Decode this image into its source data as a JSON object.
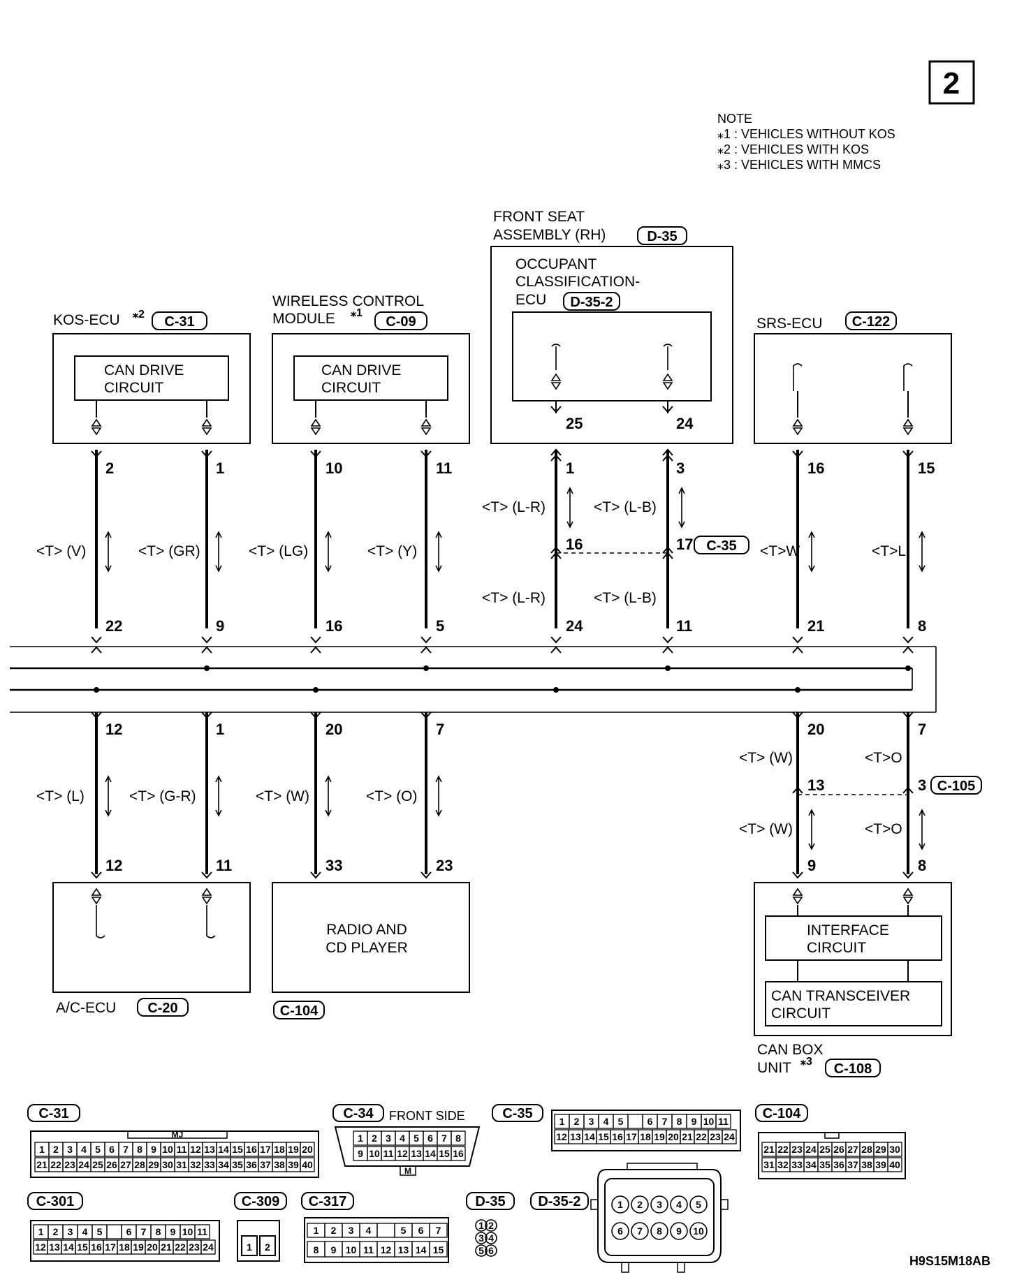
{
  "page_number": "2",
  "diagram_code": "H9S15M18AB",
  "note": {
    "title": "NOTE",
    "lines": [
      "⁎1 : VEHICLES WITHOUT KOS",
      "⁎2 : VEHICLES WITH KOS",
      "⁎3 : VEHICLES WITH MMCS"
    ]
  },
  "components": {
    "kos_ecu": {
      "name": "KOS-ECU",
      "mark": "⁎2",
      "connector": "C-31",
      "circuit_line1": "CAN DRIVE",
      "circuit_line2": "CIRCUIT"
    },
    "wcm": {
      "name_line1": "WIRELESS CONTROL",
      "name_line2": "MODULE",
      "mark": "⁎1",
      "connector": "C-09",
      "circuit_line1": "CAN DRIVE",
      "circuit_line2": "CIRCUIT"
    },
    "front_seat": {
      "name_line1": "FRONT SEAT",
      "name_line2": "ASSEMBLY (RH)",
      "connector": "D-35",
      "ecu_line1": "OCCUPANT",
      "ecu_line2": "CLASSIFICATION-",
      "ecu_line3": "ECU",
      "ecu_connector": "D-35-2"
    },
    "srs_ecu": {
      "name": "SRS-ECU",
      "connector": "C-122"
    },
    "ac_ecu": {
      "name": "A/C-ECU",
      "connector": "C-20"
    },
    "radio": {
      "name_line1": "RADIO AND",
      "name_line2": "CD PLAYER",
      "connector": "C-104"
    },
    "can_box": {
      "name_line1": "CAN BOX",
      "name_line2": "UNIT",
      "mark": "⁎3",
      "connector": "C-108",
      "interface_line1": "INTERFACE",
      "interface_line2": "CIRCUIT",
      "transceiver_line1": "CAN TRANSCEIVER",
      "transceiver_line2": "CIRCUIT"
    }
  },
  "pins": {
    "kos_top": [
      "2",
      "1"
    ],
    "kos_bus": [
      "22",
      "9"
    ],
    "wcm_top": [
      "10",
      "11"
    ],
    "wcm_bus": [
      "16",
      "5"
    ],
    "seat_ecu": [
      "25",
      "24"
    ],
    "seat_top": [
      "1",
      "3"
    ],
    "seat_mid": [
      "16",
      "17"
    ],
    "seat_bus": [
      "24",
      "11"
    ],
    "srs_top": [
      "16",
      "15"
    ],
    "srs_bus": [
      "21",
      "8"
    ],
    "ac_bus": [
      "12",
      "1"
    ],
    "ac_bottom": [
      "12",
      "11"
    ],
    "radio_bus": [
      "20",
      "7"
    ],
    "radio_bottom": [
      "33",
      "23"
    ],
    "canbox_bus": [
      "20",
      "7"
    ],
    "canbox_mid": [
      "13",
      "3"
    ],
    "canbox_bottom": [
      "9",
      "8"
    ]
  },
  "mid_connectors": {
    "seat": "C-35",
    "canbox": "C-105"
  },
  "wire_colors": {
    "kos": [
      "<T> (V)",
      "<T> (GR)"
    ],
    "wcm": [
      "<T> (LG)",
      "<T> (Y)"
    ],
    "seat_upper": [
      "<T> (L-R)",
      "<T> (L-B)"
    ],
    "seat_lower": [
      "<T> (L-R)",
      "<T> (L-B)"
    ],
    "srs": [
      "<T>W",
      "<T>L"
    ],
    "ac": [
      "<T> (L)",
      "<T> (G-R)"
    ],
    "radio": [
      "<T> (W)",
      "<T> (O)"
    ],
    "canbox_upper": [
      "<T> (W)",
      "<T>O"
    ],
    "canbox_lower": [
      "<T> (W)",
      "<T>O"
    ]
  },
  "connector_views": {
    "c31": {
      "label": "C-31",
      "mark": "MJ",
      "row1": [
        "1",
        "2",
        "3",
        "4",
        "5",
        "6",
        "7",
        "8",
        "9",
        "10",
        "11",
        "12",
        "13",
        "14",
        "15",
        "16",
        "17",
        "18",
        "19",
        "20"
      ],
      "row2": [
        "21",
        "22",
        "23",
        "24",
        "25",
        "26",
        "27",
        "28",
        "29",
        "30",
        "31",
        "32",
        "33",
        "34",
        "35",
        "36",
        "37",
        "38",
        "39",
        "40"
      ]
    },
    "c34": {
      "label": "C-34",
      "side": "FRONT SIDE",
      "mark": "M",
      "row1": [
        "1",
        "2",
        "3",
        "4",
        "5",
        "6",
        "7",
        "8"
      ],
      "row2": [
        "9",
        "10",
        "11",
        "12",
        "13",
        "14",
        "15",
        "16"
      ]
    },
    "c35": {
      "label": "C-35",
      "row1": [
        "1",
        "2",
        "3",
        "4",
        "5",
        "",
        "6",
        "7",
        "8",
        "9",
        "10",
        "11"
      ],
      "row2": [
        "12",
        "13",
        "14",
        "15",
        "16",
        "17",
        "18",
        "19",
        "20",
        "21",
        "22",
        "23",
        "24"
      ]
    },
    "c104": {
      "label": "C-104",
      "row1": [
        "21",
        "22",
        "23",
        "24",
        "25",
        "26",
        "27",
        "28",
        "29",
        "30"
      ],
      "row2": [
        "31",
        "32",
        "33",
        "34",
        "35",
        "36",
        "37",
        "38",
        "39",
        "40"
      ]
    },
    "c301": {
      "label": "C-301",
      "row1": [
        "1",
        "2",
        "3",
        "4",
        "5",
        "",
        "6",
        "7",
        "8",
        "9",
        "10",
        "11"
      ],
      "row2": [
        "12",
        "13",
        "14",
        "15",
        "16",
        "17",
        "18",
        "19",
        "20",
        "21",
        "22",
        "23",
        "24"
      ]
    },
    "c309": {
      "label": "C-309",
      "cells": [
        "1",
        "2"
      ]
    },
    "c317": {
      "label": "C-317",
      "row1": [
        "1",
        "2",
        "3",
        "4",
        "",
        "5",
        "6",
        "7"
      ],
      "row2": [
        "8",
        "9",
        "10",
        "11",
        "12",
        "13",
        "14",
        "15"
      ]
    },
    "d35": {
      "label": "D-35",
      "cells": [
        "1",
        "2",
        "3",
        "4",
        "5",
        "6"
      ]
    },
    "d352": {
      "label": "D-35-2",
      "cells": [
        "1",
        "2",
        "3",
        "4",
        "5",
        "6",
        "7",
        "8",
        "9",
        "10"
      ]
    }
  }
}
